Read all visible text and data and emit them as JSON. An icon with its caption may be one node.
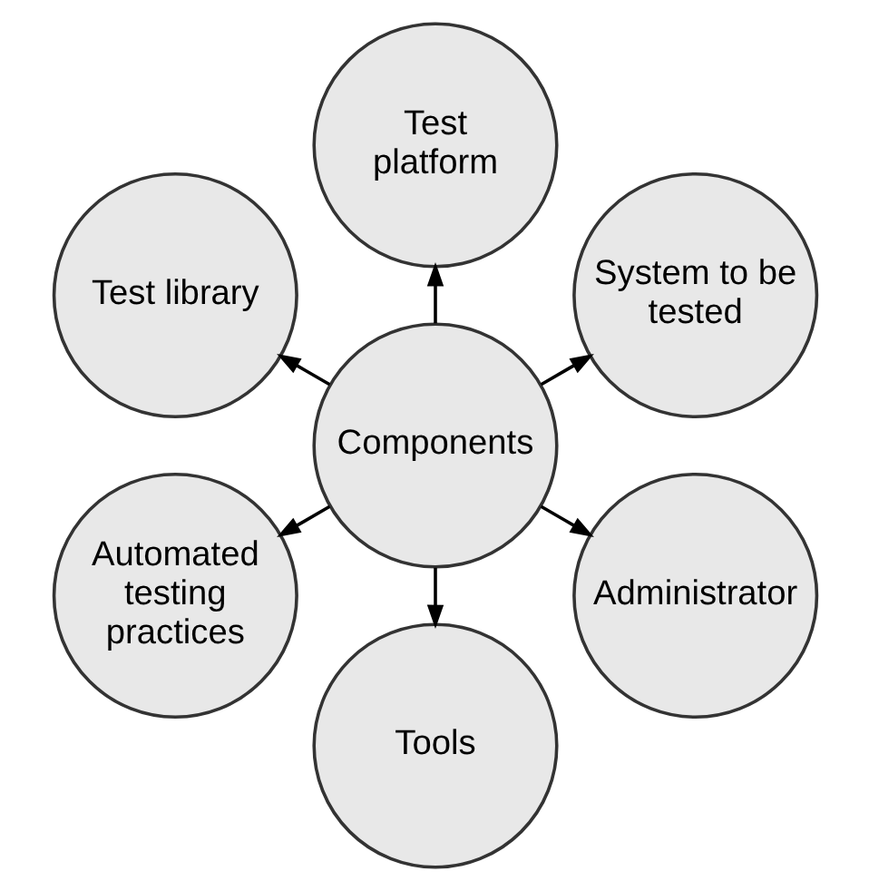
{
  "diagram": {
    "nodes": [
      {
        "text": [
          "Components"
        ]
      },
      {
        "text": [
          "System to be tested"
        ]
      },
      {
        "text": [
          "Test platform"
        ]
      },
      {
        "text": [
          "Test library"
        ]
      },
      {
        "text": [
          "Automated testing practices"
        ]
      },
      {
        "text": [
          "Tools"
        ]
      },
      {
        "text": [
          "Administrator"
        ]
      }
    ],
    "edges": [
      {
        "from": 0,
        "to": 1,
        "arrow": "to"
      },
      {
        "from": 0,
        "to": 2,
        "arrow": "to"
      },
      {
        "from": 0,
        "to": 3,
        "arrow": "to"
      },
      {
        "from": 0,
        "to": 4,
        "arrow": "to"
      },
      {
        "from": 0,
        "to": 5,
        "arrow": "to"
      },
      {
        "from": 0,
        "to": 6,
        "arrow": "to"
      }
    ]
  }
}
